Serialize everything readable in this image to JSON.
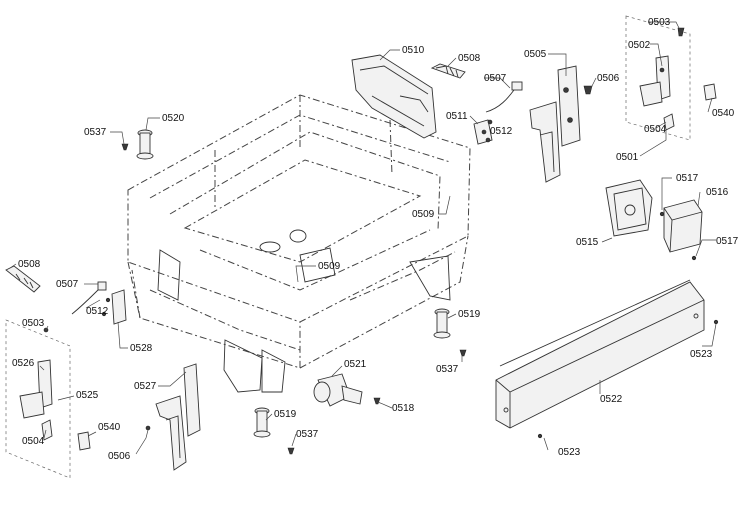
{
  "diagram": {
    "labels": {
      "l0503a": "0503",
      "l0502": "0502",
      "l0506a": "0506",
      "l0505": "0505",
      "l0510": "0510",
      "l0508a": "0508",
      "l0507a": "0507",
      "l0511": "0511",
      "l0512a": "0512",
      "l0504a": "0504",
      "l0540a": "0540",
      "l0501": "0501",
      "l0537a": "0537",
      "l0520": "0520",
      "l0517a": "0517",
      "l0516": "0516",
      "l0509a": "0509",
      "l0515": "0515",
      "l0517b": "0517",
      "l0508b": "0508",
      "l0509b": "0509",
      "l0507b": "0507",
      "l0512b": "0512",
      "l0528": "0528",
      "l0503b": "0503",
      "l0526": "0526",
      "l0525": "0525",
      "l0504b": "0504",
      "l0540b": "0540",
      "l0527": "0527",
      "l0506b": "0506",
      "l0519a": "0519",
      "l0537b": "0537",
      "l0521": "0521",
      "l0518": "0518",
      "l0519b": "0519",
      "l0537c": "0537",
      "l0522": "0522",
      "l0523a": "0523",
      "l0523b": "0523"
    }
  }
}
